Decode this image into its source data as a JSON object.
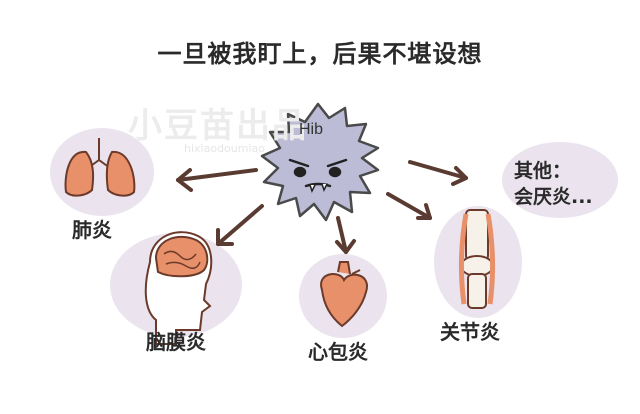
{
  "title": "一旦被我盯上，后果不堪设想",
  "watermark": {
    "brand": "小豆苗出品",
    "site": "hixiaodoumiao"
  },
  "virus": {
    "label": "Hib",
    "color": "#bcbcd6"
  },
  "diseases": {
    "lung": {
      "label": "肺炎",
      "icon": "lungs-icon"
    },
    "brain": {
      "label": "脑膜炎",
      "icon": "brain-icon"
    },
    "heart": {
      "label": "心包炎",
      "icon": "heart-icon"
    },
    "joint": {
      "label": "关节炎",
      "icon": "knee-joint-icon"
    },
    "other": {
      "line1": "其他：",
      "line2": "会厌炎..."
    }
  },
  "colors": {
    "arrow": "#5a3b32",
    "organ_fill": "#e8906a",
    "organ_stroke": "#6b3a2a",
    "backdrop": "#ebe3ee"
  }
}
